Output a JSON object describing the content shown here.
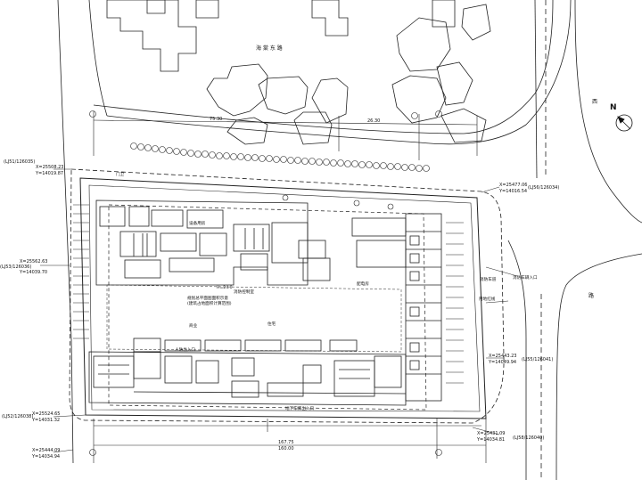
{
  "labels": {
    "street_top": "海 棠 东 路",
    "street_right_top": "西",
    "street_right_bottom": "路",
    "north": "N",
    "fire_lane_right": "消防车道",
    "fire_entry": "消防车辆入口",
    "site_boundary_right": "用地红线",
    "coord_ne_x": "X=25477.06",
    "coord_ne_y": "Y=14016.54",
    "coord_ne_ref": "(LJ56/126034)",
    "coord_nw_x": "(LJ51/126035)",
    "coord_nw_y": "X=25508.23",
    "coord_nw_z": "Y=14019.87",
    "coord_w_x": "(LJ53/126036)",
    "coord_w_y": "X=25562.63",
    "coord_w_z": "Y=14039.70",
    "coord_se_x": "X=25443.23",
    "coord_se_y": "Y=14049.94",
    "coord_se_ref": "(LJ55/126041)",
    "coord_sw_x": "X=25524.65",
    "coord_sw_y": "Y=14031.32",
    "coord_sw_ref": "(LJ52/126038)",
    "coord_s_x": "X=25431.09",
    "coord_s_y": "Y=14034.81",
    "coord_s_ref": "(LJ58/126040)",
    "coord_s2_x": "X=25444.09",
    "coord_s2_y": "Y=14034.94",
    "dim_top": "75.30",
    "dim_top2": "26.30",
    "dim_bottom": "167.75",
    "dim_bottom2": "160.00",
    "room_a": "设备用房",
    "room_b": "门卫",
    "room_c": "配电房",
    "room_d": "消防控制室",
    "room_e": "地下车库出入口",
    "room_f": "人防出入口",
    "room_g": "商业",
    "room_h": "住宅",
    "central_note": "规划总平面图面积示意",
    "central_note2": "(建筑占地面积计算范围)",
    "h_label": "H=24.0"
  }
}
